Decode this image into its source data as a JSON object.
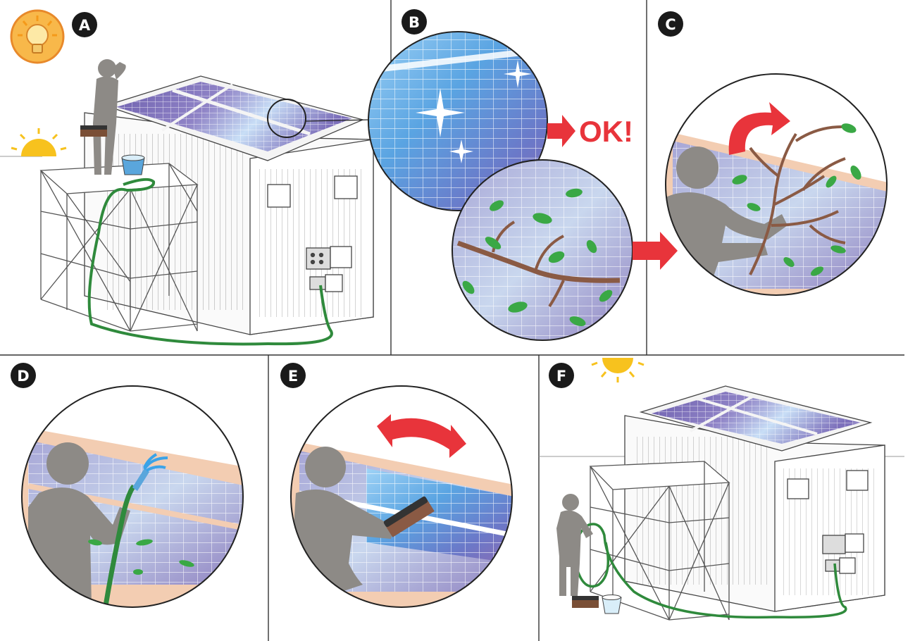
{
  "panels": [
    {
      "label": "A"
    },
    {
      "label": "B"
    },
    {
      "label": "C"
    },
    {
      "label": "D"
    },
    {
      "label": "E"
    },
    {
      "label": "F"
    }
  ],
  "ok_label": "OK!",
  "icons": [
    "lightbulb-icon",
    "sun-icon",
    "arrow-right-icon",
    "curved-arrow-icon",
    "double-arrow-icon"
  ],
  "colors": {
    "arrow": "#e8343b",
    "hose": "#2f8a3c",
    "leaf": "#3aa845",
    "figure": "#8d8a86",
    "panel_purple": "#7c70b8",
    "panel_blue": "#5fa8e0",
    "roof_peach": "#f3cdb2",
    "sun": "#f7c21e",
    "badge": "#1a1a1a"
  }
}
